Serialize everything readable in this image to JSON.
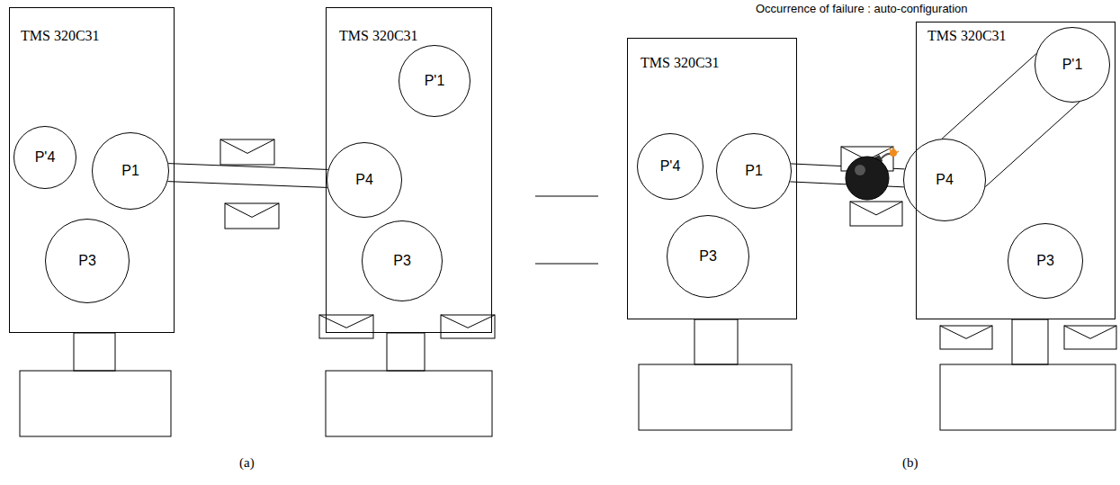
{
  "diagram": {
    "title": "Occurrence of failure : auto-configuration",
    "nodes": [
      {
        "text": [
          "TMS 320C31"
        ]
      },
      {
        "text": [
          "P'4"
        ],
        "in": 0
      },
      {
        "text": [
          "P1"
        ],
        "in": 0
      },
      {
        "text": [
          "P3"
        ],
        "in": 0
      },
      {
        "text": [
          "TMS 320C31"
        ]
      },
      {
        "text": [
          "P'1"
        ],
        "in": 4
      },
      {
        "text": [
          "P4"
        ],
        "in": 4
      },
      {
        "text": [
          "P3"
        ],
        "in": 4
      },
      {
        "text": [
          "TMS 320C31"
        ]
      },
      {
        "text": [
          "P'4"
        ],
        "in": 8
      },
      {
        "text": [
          "P1"
        ],
        "in": 8
      },
      {
        "text": [
          "P3"
        ],
        "in": 8
      },
      {
        "text": [
          "TMS 320C31"
        ]
      },
      {
        "text": [
          "P'1"
        ],
        "in": 12
      },
      {
        "text": [
          "P4"
        ],
        "in": 12
      },
      {
        "text": [
          "P3"
        ],
        "in": 12
      }
    ],
    "edges": [
      {
        "from": 2,
        "to": 6,
        "arrow": "none"
      },
      {
        "from": 10,
        "to": 14,
        "arrow": "none"
      },
      {
        "from": 14,
        "to": 13,
        "arrow": "none"
      }
    ],
    "labels": [
      "(a)",
      "(b)"
    ]
  }
}
